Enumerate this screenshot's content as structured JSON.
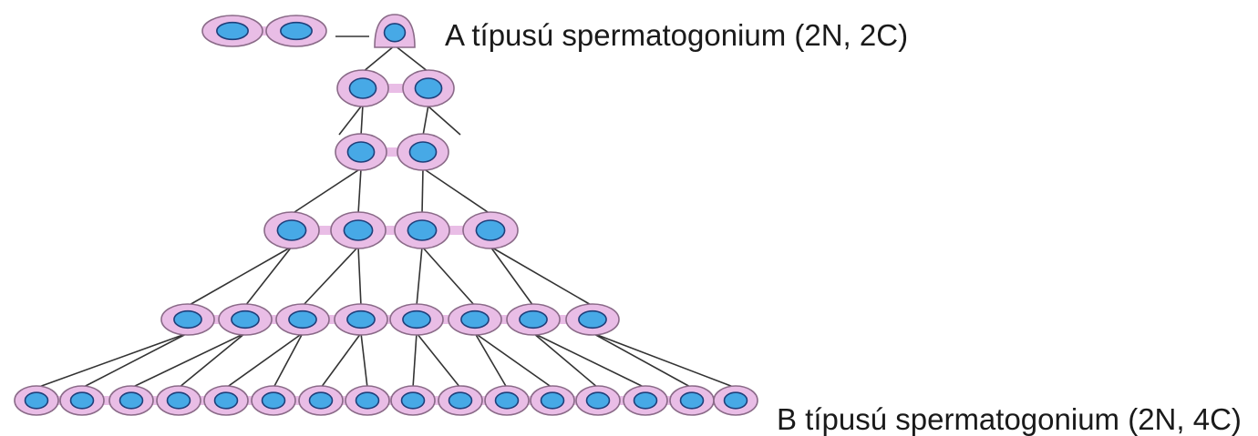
{
  "labels": {
    "type_a": "A típusú spermatogonium (2N, 2C)",
    "type_b": "B típusú spermatogonium (2N, 4C)"
  },
  "colors": {
    "cytoplasm": "#e9bde6",
    "cytoplasm_stroke": "#8a6a88",
    "nucleus": "#47a9e6",
    "nucleus_stroke": "#1f3f7a",
    "line": "#333333"
  },
  "generations": [
    {
      "cells": 1
    },
    {
      "cells": 2
    },
    {
      "cells": 2
    },
    {
      "cells": 4
    },
    {
      "cells": 8
    },
    {
      "cells": 16
    }
  ],
  "side_pair": {
    "cells": 2
  }
}
